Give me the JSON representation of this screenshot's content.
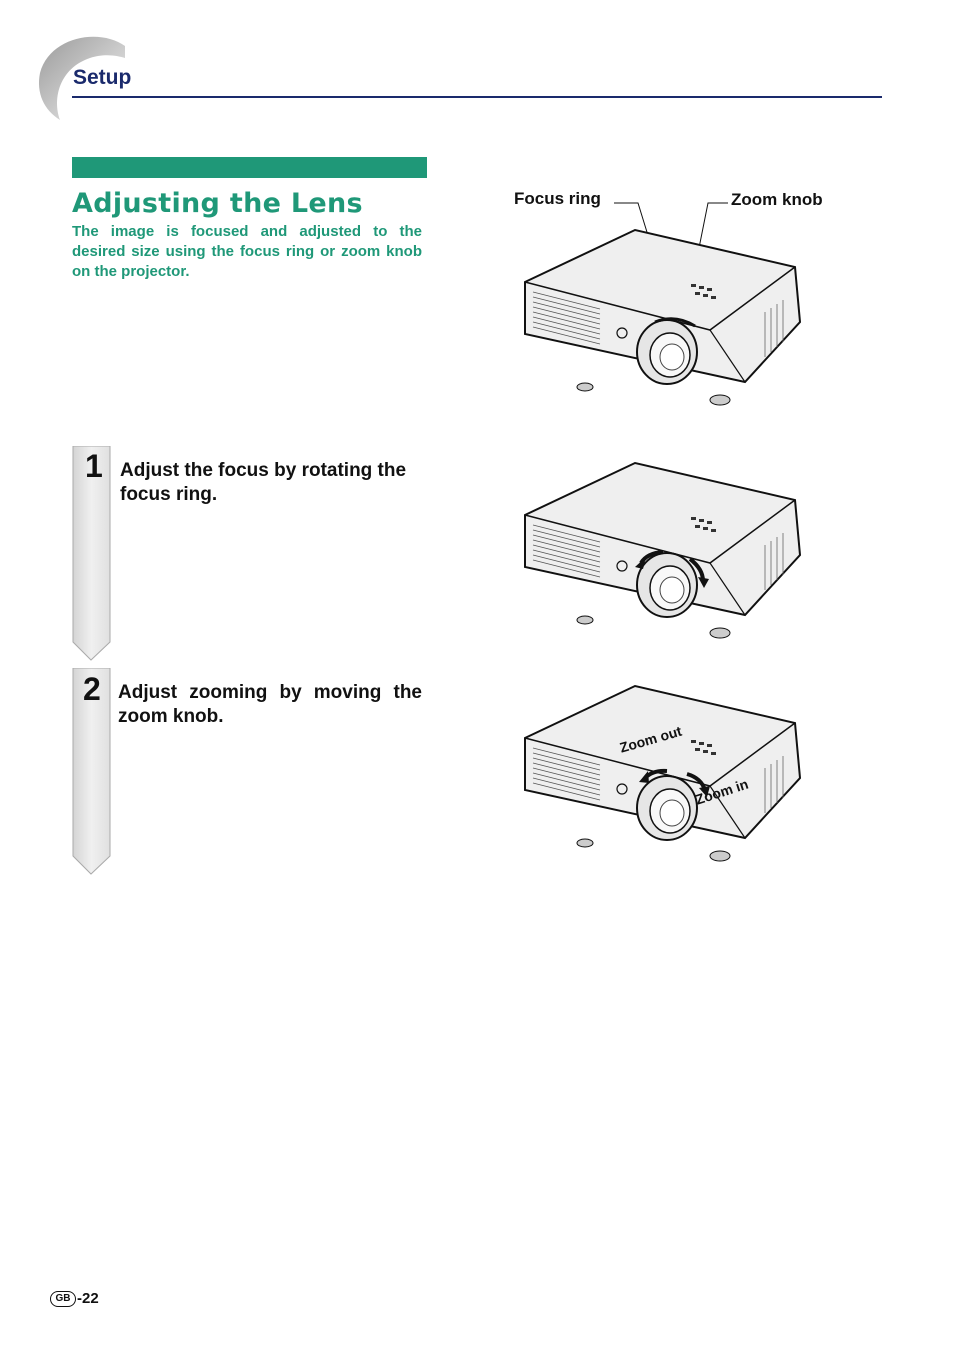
{
  "header": {
    "section": "Setup"
  },
  "title": "Adjusting the Lens",
  "intro": "The image is focused and adjusted to the desired size using the focus ring or zoom knob on the projector.",
  "callouts": {
    "focus_ring": "Focus ring",
    "zoom_knob": "Zoom knob"
  },
  "steps": [
    {
      "number": "1",
      "text": "Adjust the focus by rotating the focus ring."
    },
    {
      "number": "2",
      "text": "Adjust zooming by moving the zoom knob."
    }
  ],
  "zoom_labels": {
    "out": "Zoom out",
    "in": "Zoom in"
  },
  "footer": {
    "region": "GB",
    "page": "-22"
  },
  "colors": {
    "accent": "#1f9878",
    "header": "#1a2a6c"
  }
}
